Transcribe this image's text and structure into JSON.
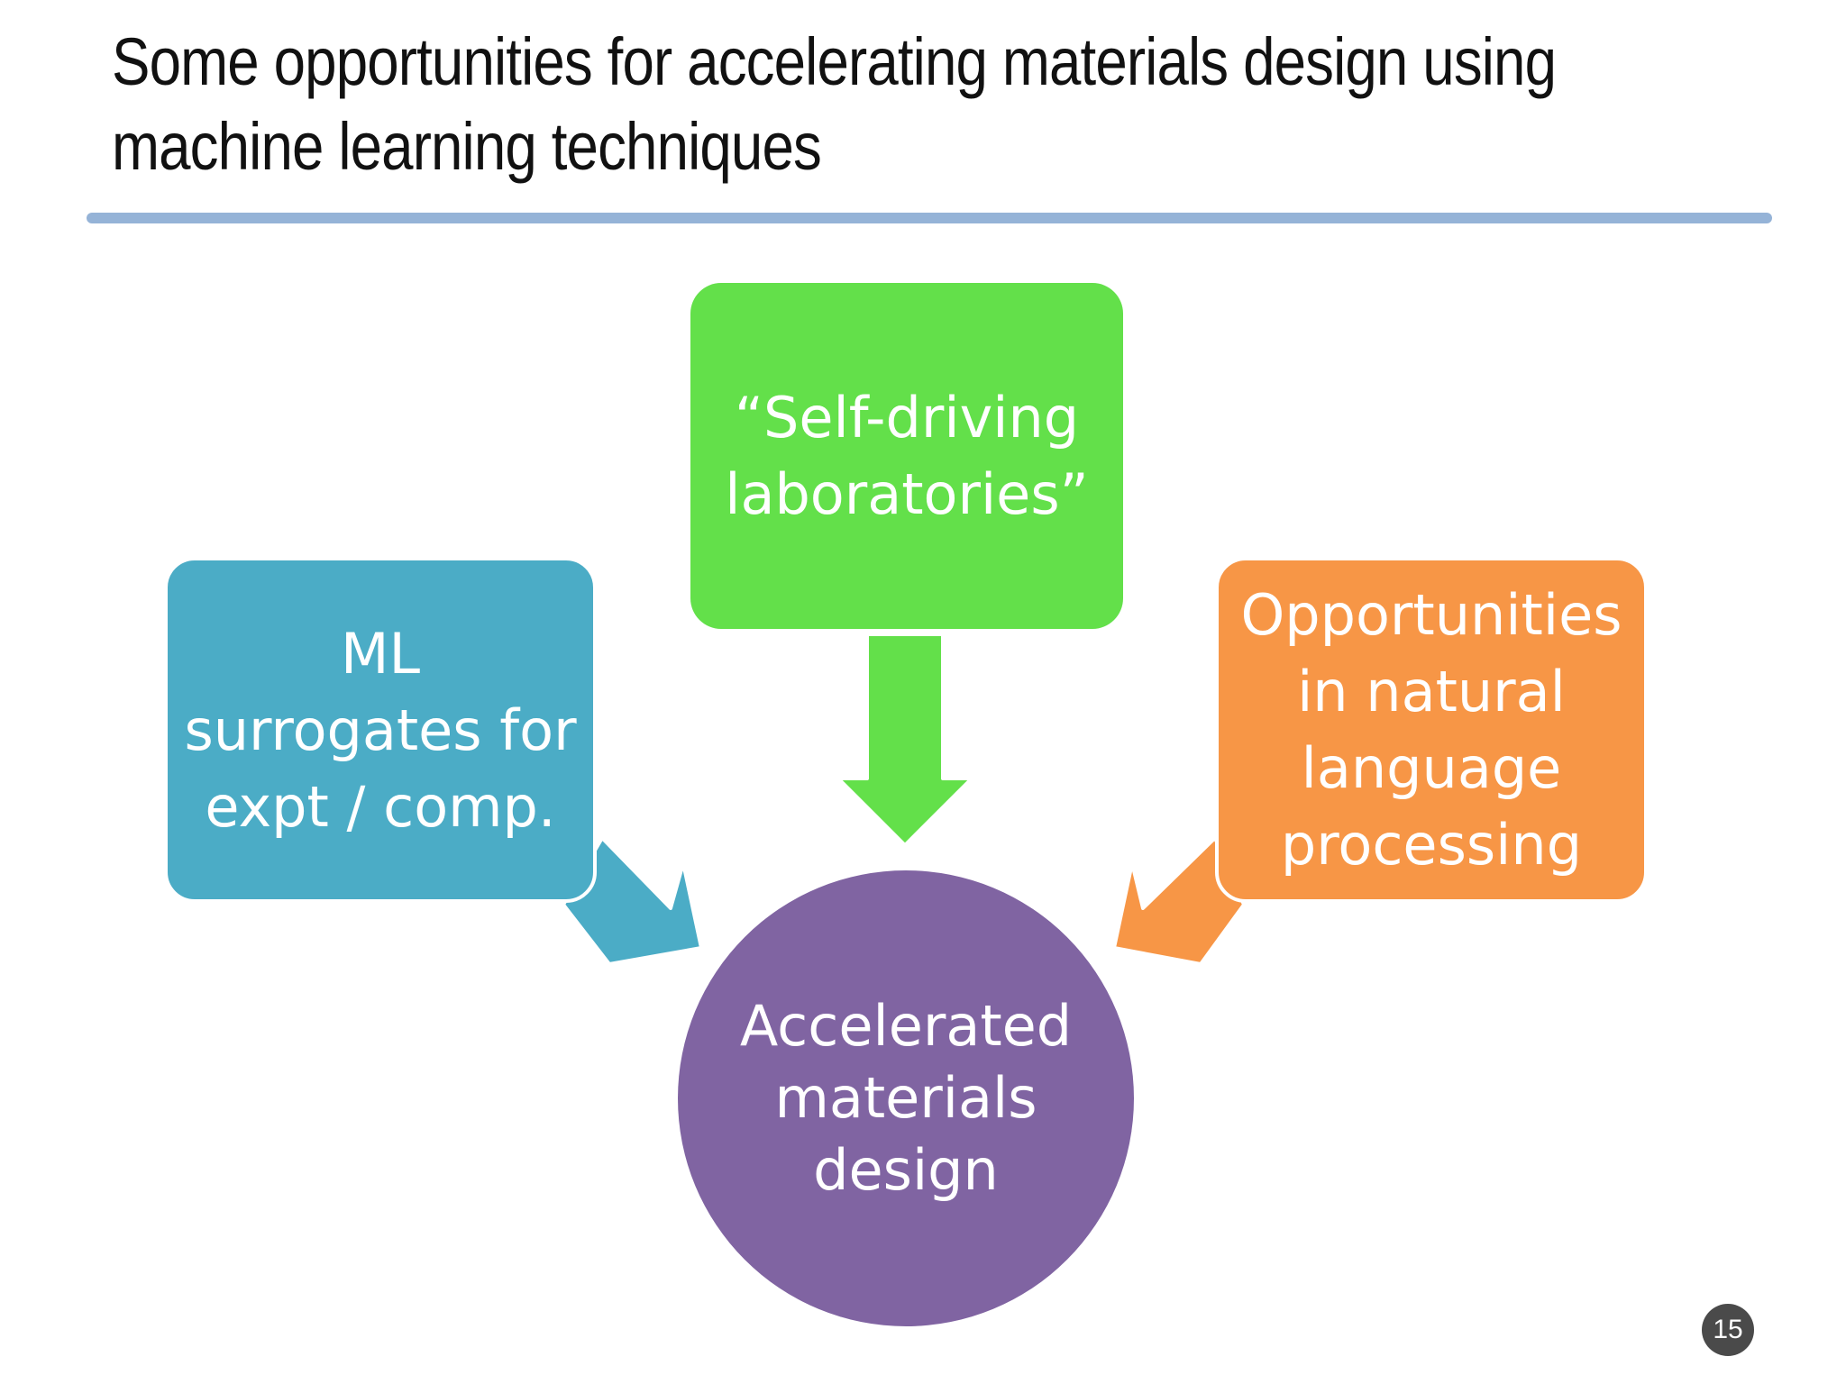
{
  "slide": {
    "title_line1": "Some opportunities for accelerating materials design using",
    "title_line2": "machine learning techniques",
    "page_number": "15"
  },
  "diagram": {
    "nodes": {
      "ml_surrogates": {
        "lines": [
          "ML",
          "surrogates for",
          "expt / comp."
        ],
        "color": "#4BACC6"
      },
      "self_driving_labs": {
        "lines": [
          "“Self-driving",
          "laboratories”"
        ],
        "color": "#63E04A"
      },
      "nlp": {
        "lines": [
          "Opportunities",
          "in natural",
          "language",
          "processing"
        ],
        "color": "#F79646"
      },
      "center": {
        "lines": [
          "Accelerated",
          "materials",
          "design"
        ],
        "color": "#8064A2"
      }
    },
    "edges": [
      {
        "from": "ml_surrogates",
        "to": "center"
      },
      {
        "from": "self_driving_labs",
        "to": "center"
      },
      {
        "from": "nlp",
        "to": "center"
      }
    ]
  },
  "colors": {
    "title_rule": "#95B3D7",
    "page_badge": "#4A4A4A",
    "title_text": "#111111"
  }
}
